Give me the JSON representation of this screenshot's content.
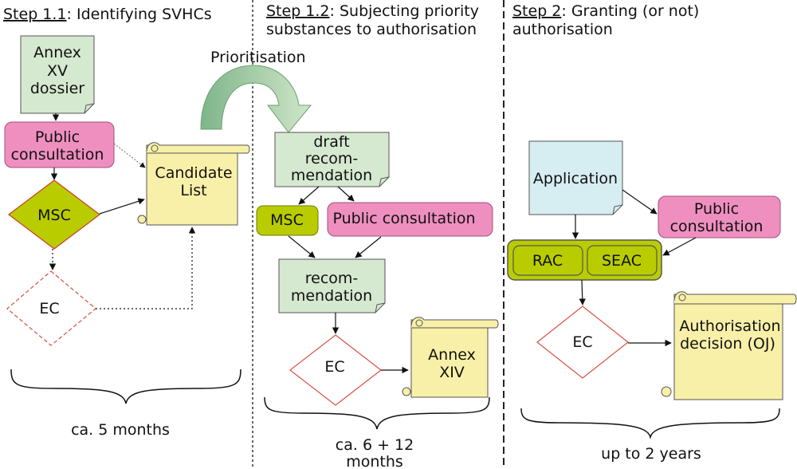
{
  "columns": {
    "step11": {
      "step": "Step 1.1",
      "title": ": Identifying SVHCs",
      "duration": "ca. 5 months"
    },
    "step12": {
      "step": "Step 1.2",
      "title_line1": ": Subjecting priority",
      "title_line2": "substances to authorisation",
      "duration_line1": "ca. 6 + 12",
      "duration_line2": "months"
    },
    "step2": {
      "step": "Step 2",
      "title_line1": ": Granting (or not)",
      "title_line2": "authorisation",
      "duration": "up to 2 years"
    }
  },
  "prioritisation_label": "Prioritisation",
  "col1": {
    "annex_xv": [
      "Annex",
      "XV",
      "dossier"
    ],
    "public_consultation": [
      "Public",
      "consultation"
    ],
    "msc": "MSC",
    "ec": "EC",
    "candidate_list": [
      "Candidate",
      "List"
    ]
  },
  "col2": {
    "draft_recommendation": [
      "draft",
      "recom-",
      "mendation"
    ],
    "msc": "MSC",
    "public_consultation": "Public consultation",
    "recommendation": [
      "recom-",
      "mendation"
    ],
    "ec": "EC",
    "annex_xiv": [
      "Annex",
      "XIV"
    ]
  },
  "col3": {
    "application": "Application",
    "public_consultation": [
      "Public",
      "consultation"
    ],
    "rac": "RAC",
    "seac": "SEAC",
    "ec": "EC",
    "authorisation_decision": [
      "Authorisation",
      "decision (OJ)"
    ]
  },
  "colors": {
    "green_box": "#d5e8d0",
    "pink_box": "#ef8fc0",
    "olive": "#b9cc00",
    "yellow_scroll": "#f8f0a8",
    "blue_box": "#d6edf2",
    "red_outline": "#d85040",
    "arrow_green": "#8fbf8f"
  }
}
